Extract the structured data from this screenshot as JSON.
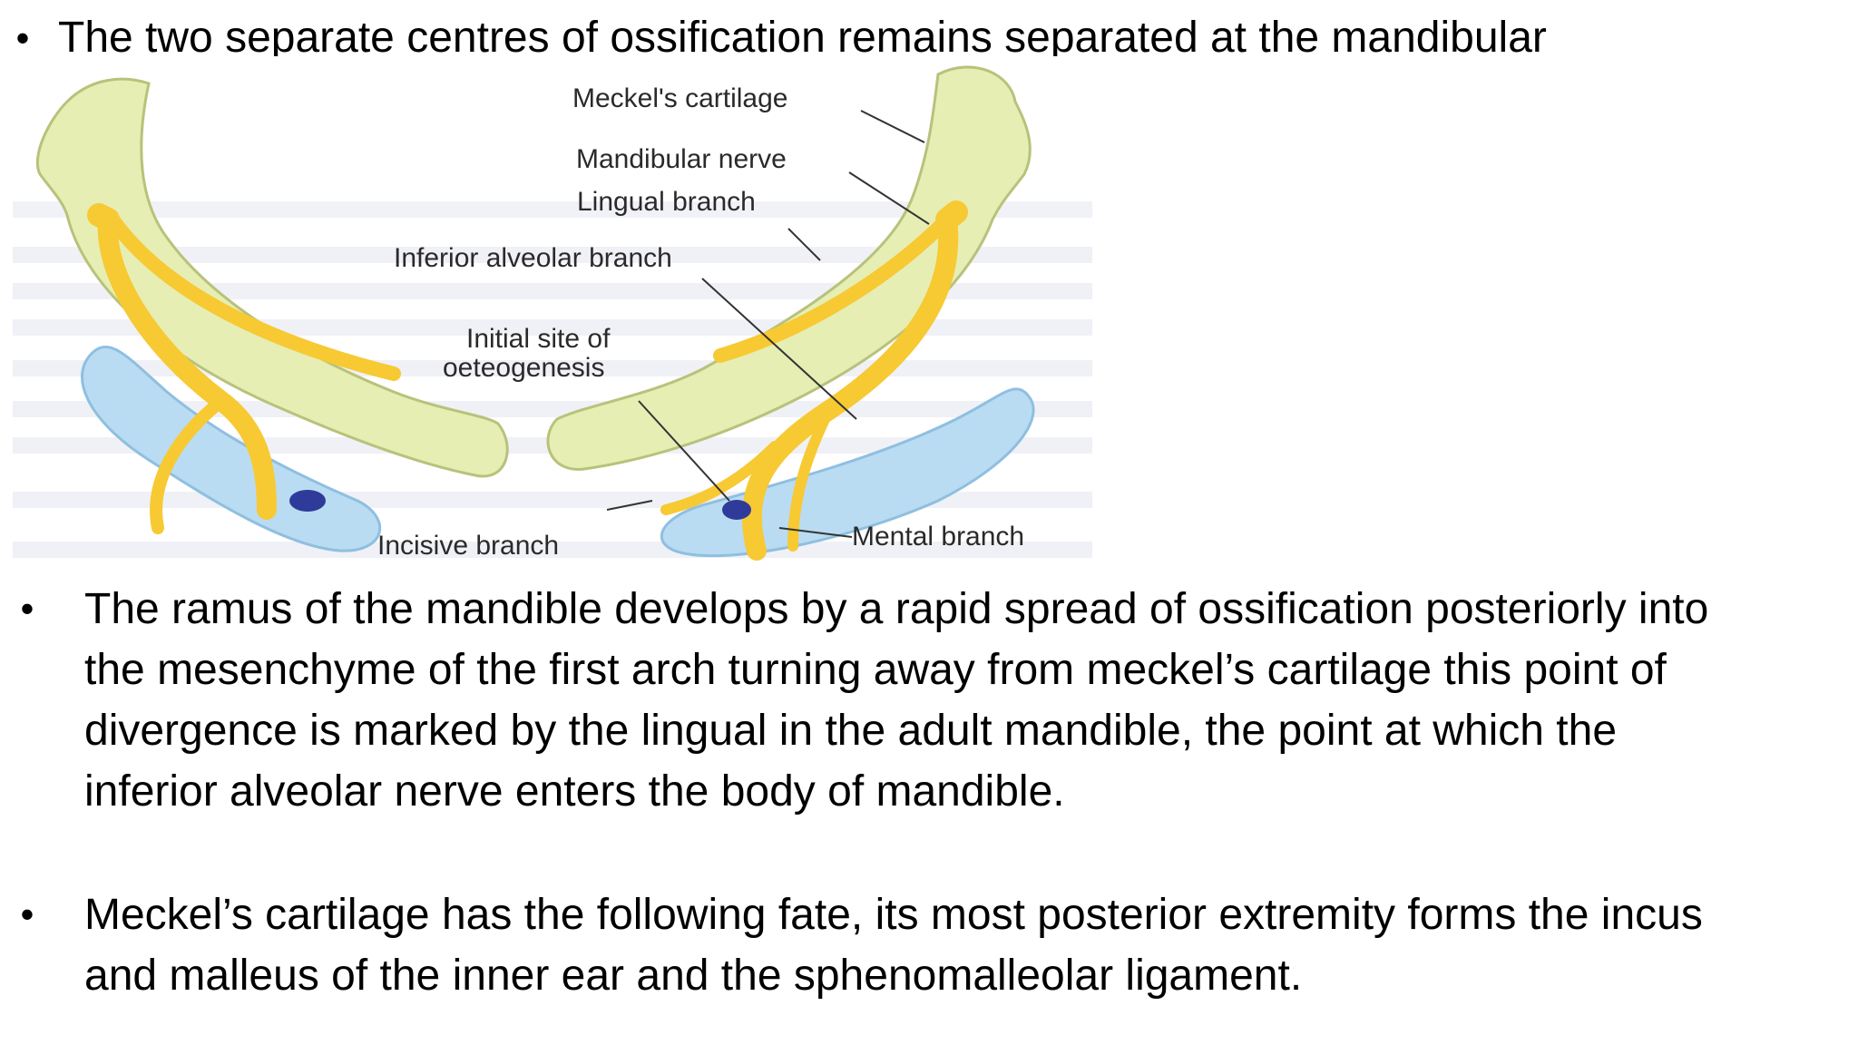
{
  "bullets": {
    "first": {
      "marker": "•",
      "text": "The two separate centres of ossification remains separated at the mandibular"
    },
    "second": {
      "marker": "•",
      "lines": [
        "The ramus of the mandible develops by a rapid spread of ossification posteriorly into",
        "the mesenchyme of the first arch turning away from meckel’s  cartilage this point of",
        "divergence is marked by the lingual in the adult mandible, the point at which the",
        "inferior alveolar nerve enters the body of mandible."
      ]
    },
    "third": {
      "marker": "•",
      "lines": [
        "Meckel’s cartilage has the following fate, its most posterior extremity forms the incus",
        "and malleus of the inner ear and the sphenomalleolar ligament."
      ]
    }
  },
  "figure": {
    "labels": {
      "meckels_cartilage": "Meckel's cartilage",
      "mandibular_nerve": "Mandibular nerve",
      "lingual_branch": "Lingual branch",
      "inferior_alveolar_branch": "Inferior alveolar branch",
      "initial_site_line1": "Initial site of",
      "initial_site_line2": "oeteogenesis",
      "incisive_branch": "Incisive branch",
      "mental_branch": "Mental branch"
    },
    "colors": {
      "cartilage": "#e6eeb4",
      "cartilage_edge": "#b8c27a",
      "nerve": "#f7c933",
      "nerve_edge": "#d9a416",
      "bone": "#b9dcf2",
      "bone_edge": "#8fbfe0",
      "ossification": "#2e3b9a",
      "leader": "#333333"
    }
  }
}
